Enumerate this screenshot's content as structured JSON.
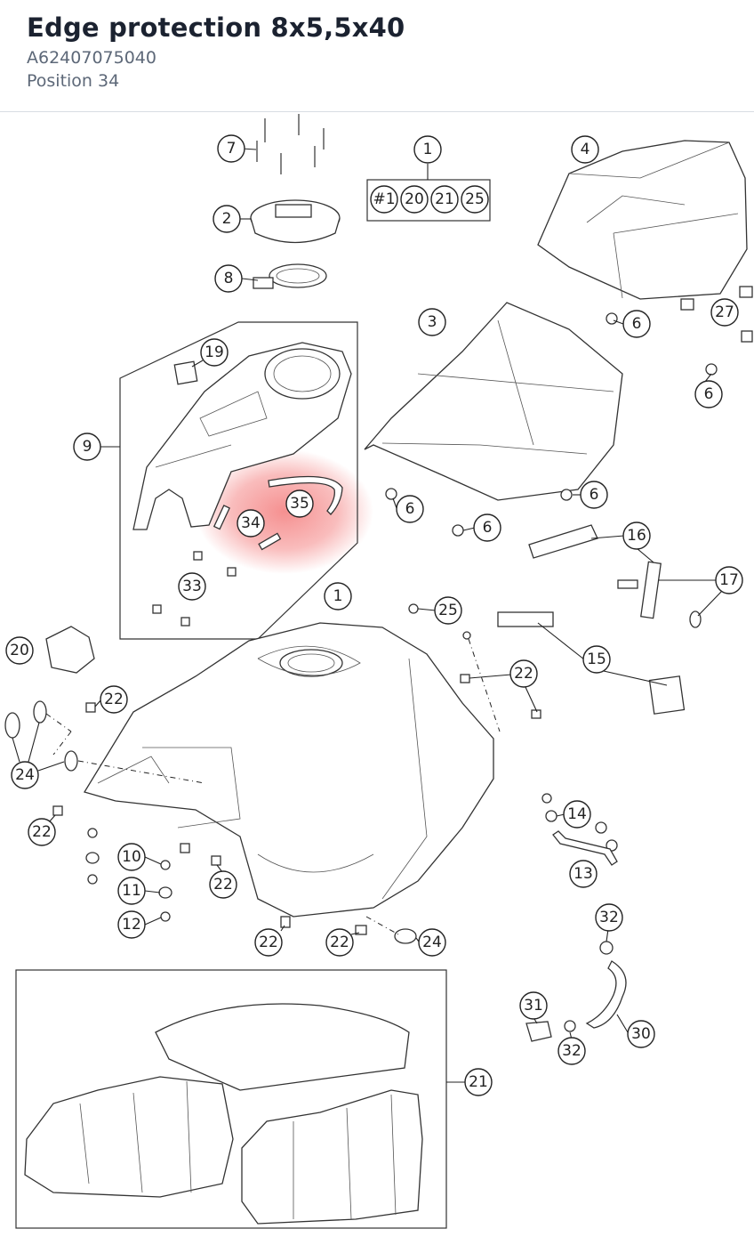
{
  "header": {
    "title": "Edge protection 8x5,5x40",
    "part_number": "A62407075040",
    "position": "Position 34"
  },
  "highlight": {
    "color": "#f26b6b",
    "target": "34"
  },
  "callouts": [
    {
      "id": "c7",
      "label": "7"
    },
    {
      "id": "c1a",
      "label": "1"
    },
    {
      "id": "c4",
      "label": "4"
    },
    {
      "id": "c2",
      "label": "2"
    },
    {
      "id": "c8",
      "label": "8"
    },
    {
      "id": "c3",
      "label": "3"
    },
    {
      "id": "c6a",
      "label": "6"
    },
    {
      "id": "c27",
      "label": "27"
    },
    {
      "id": "c6b",
      "label": "6"
    },
    {
      "id": "c19",
      "label": "19"
    },
    {
      "id": "c9",
      "label": "9"
    },
    {
      "id": "c35",
      "label": "35"
    },
    {
      "id": "c34",
      "label": "34"
    },
    {
      "id": "c6c",
      "label": "6"
    },
    {
      "id": "c6d",
      "label": "6"
    },
    {
      "id": "c6e",
      "label": "6"
    },
    {
      "id": "c16",
      "label": "16"
    },
    {
      "id": "c17",
      "label": "17"
    },
    {
      "id": "c33",
      "label": "33"
    },
    {
      "id": "c1b",
      "label": "1"
    },
    {
      "id": "c25",
      "label": "25"
    },
    {
      "id": "c15",
      "label": "15"
    },
    {
      "id": "c20",
      "label": "20"
    },
    {
      "id": "c22a",
      "label": "22"
    },
    {
      "id": "c22b",
      "label": "22"
    },
    {
      "id": "c24a",
      "label": "24"
    },
    {
      "id": "c22c",
      "label": "22"
    },
    {
      "id": "c14",
      "label": "14"
    },
    {
      "id": "c13",
      "label": "13"
    },
    {
      "id": "c10",
      "label": "10"
    },
    {
      "id": "c22d",
      "label": "22"
    },
    {
      "id": "c11",
      "label": "11"
    },
    {
      "id": "c12",
      "label": "12"
    },
    {
      "id": "c32a",
      "label": "32"
    },
    {
      "id": "c22e",
      "label": "22"
    },
    {
      "id": "c22f",
      "label": "22"
    },
    {
      "id": "c24b",
      "label": "24"
    },
    {
      "id": "c31",
      "label": "31"
    },
    {
      "id": "c30",
      "label": "30"
    },
    {
      "id": "c32b",
      "label": "32"
    },
    {
      "id": "c21",
      "label": "21"
    }
  ],
  "kit_box": [
    {
      "label": "#1"
    },
    {
      "label": "20"
    },
    {
      "label": "21"
    },
    {
      "label": "25"
    }
  ]
}
